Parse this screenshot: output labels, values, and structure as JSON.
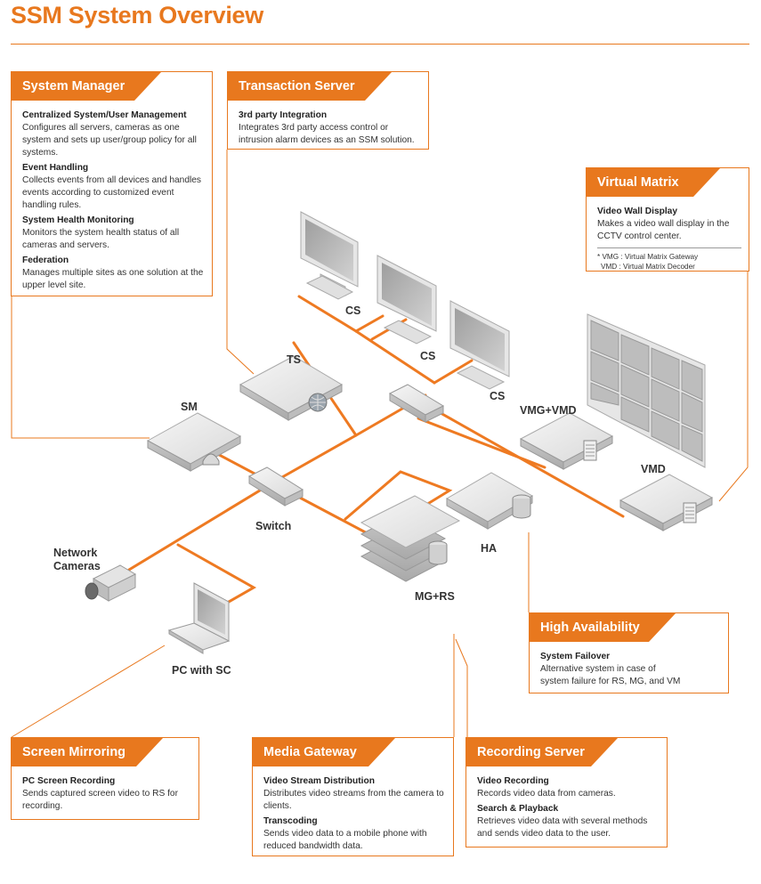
{
  "title": "SSM System Overview",
  "colors": {
    "accent": "#e8781e",
    "device": "#e6e6e6",
    "text": "#333333"
  },
  "boxes": {
    "system_manager": {
      "heading": "System Manager",
      "sections": [
        {
          "title": "Centralized System/User Management",
          "desc": "Configures all servers, cameras as one system and sets up user/group policy for all systems."
        },
        {
          "title": "Event Handling",
          "desc": "Collects events from all devices and handles events according to customized event handling rules."
        },
        {
          "title": "System Health Monitoring",
          "desc": "Monitors the system health status of all cameras and servers."
        },
        {
          "title": "Federation",
          "desc": "Manages multiple sites as one solution at the upper level site."
        }
      ]
    },
    "transaction_server": {
      "heading": "Transaction Server",
      "sections": [
        {
          "title": "3rd party Integration",
          "desc": "Integrates 3rd party access control or intrusion alarm devices as an SSM solution."
        }
      ]
    },
    "virtual_matrix": {
      "heading": "Virtual Matrix",
      "sections": [
        {
          "title": "Video Wall Display",
          "desc": "Makes a video wall display in the CCTV control center."
        }
      ],
      "notes": [
        "* VMG : Virtual Matrix Gateway",
        "VMD : Virtual Matrix Decoder"
      ]
    },
    "high_availability": {
      "heading": "High Availability",
      "sections": [
        {
          "title": "System Failover",
          "desc": "Alternative system in case of system failure for RS, MG, and VM"
        }
      ]
    },
    "screen_mirroring": {
      "heading": "Screen Mirroring",
      "sections": [
        {
          "title": "PC Screen Recording",
          "desc": "Sends captured screen video to RS for recording."
        }
      ]
    },
    "media_gateway": {
      "heading": "Media Gateway",
      "sections": [
        {
          "title": "Video Stream Distribution",
          "desc": "Distributes video streams from the camera to clients."
        },
        {
          "title": "Transcoding",
          "desc": "Sends video data to a mobile phone with reduced bandwidth data."
        }
      ]
    },
    "recording_server": {
      "heading": "Recording Server",
      "sections": [
        {
          "title": "Video Recording",
          "desc": "Records video data from cameras."
        },
        {
          "title": "Search & Playback",
          "desc": "Retrieves video data with several methods and sends video data to the user."
        }
      ]
    }
  },
  "labels": {
    "cs1": "CS",
    "cs2": "CS",
    "cs3": "CS",
    "ts": "TS",
    "sm": "SM",
    "vmg_vmd": "VMG+VMD",
    "vmd": "VMD",
    "switch": "Switch",
    "network_cameras": "Network Cameras",
    "ha": "HA",
    "mg_rs": "MG+RS",
    "pc_with_sc": "PC with SC"
  }
}
